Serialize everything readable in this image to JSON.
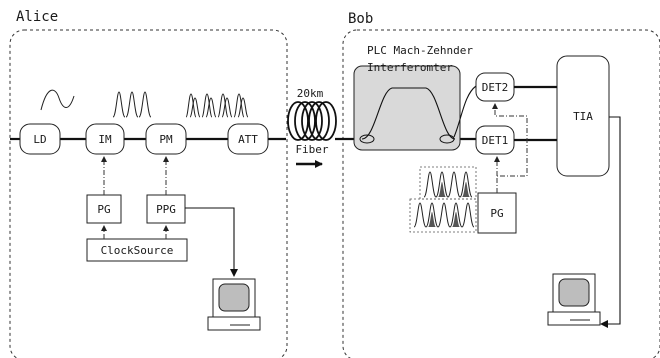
{
  "alice": {
    "title": "Alice",
    "ld": "LD",
    "im": "IM",
    "pm": "PM",
    "att": "ATT",
    "pg": "PG",
    "ppg": "PPG",
    "clock": "ClockSource"
  },
  "channel": {
    "length": "20km",
    "medium": "Fiber"
  },
  "bob": {
    "title": "Bob",
    "plc_line1": "PLC Mach-Zehnder",
    "plc_line2": "Interferomter",
    "det1": "DET1",
    "det2": "DET2",
    "tia": "TIA",
    "pg": "PG"
  },
  "colors": {
    "interferometer_fill": "#d9d9d9",
    "line": "#111111"
  }
}
